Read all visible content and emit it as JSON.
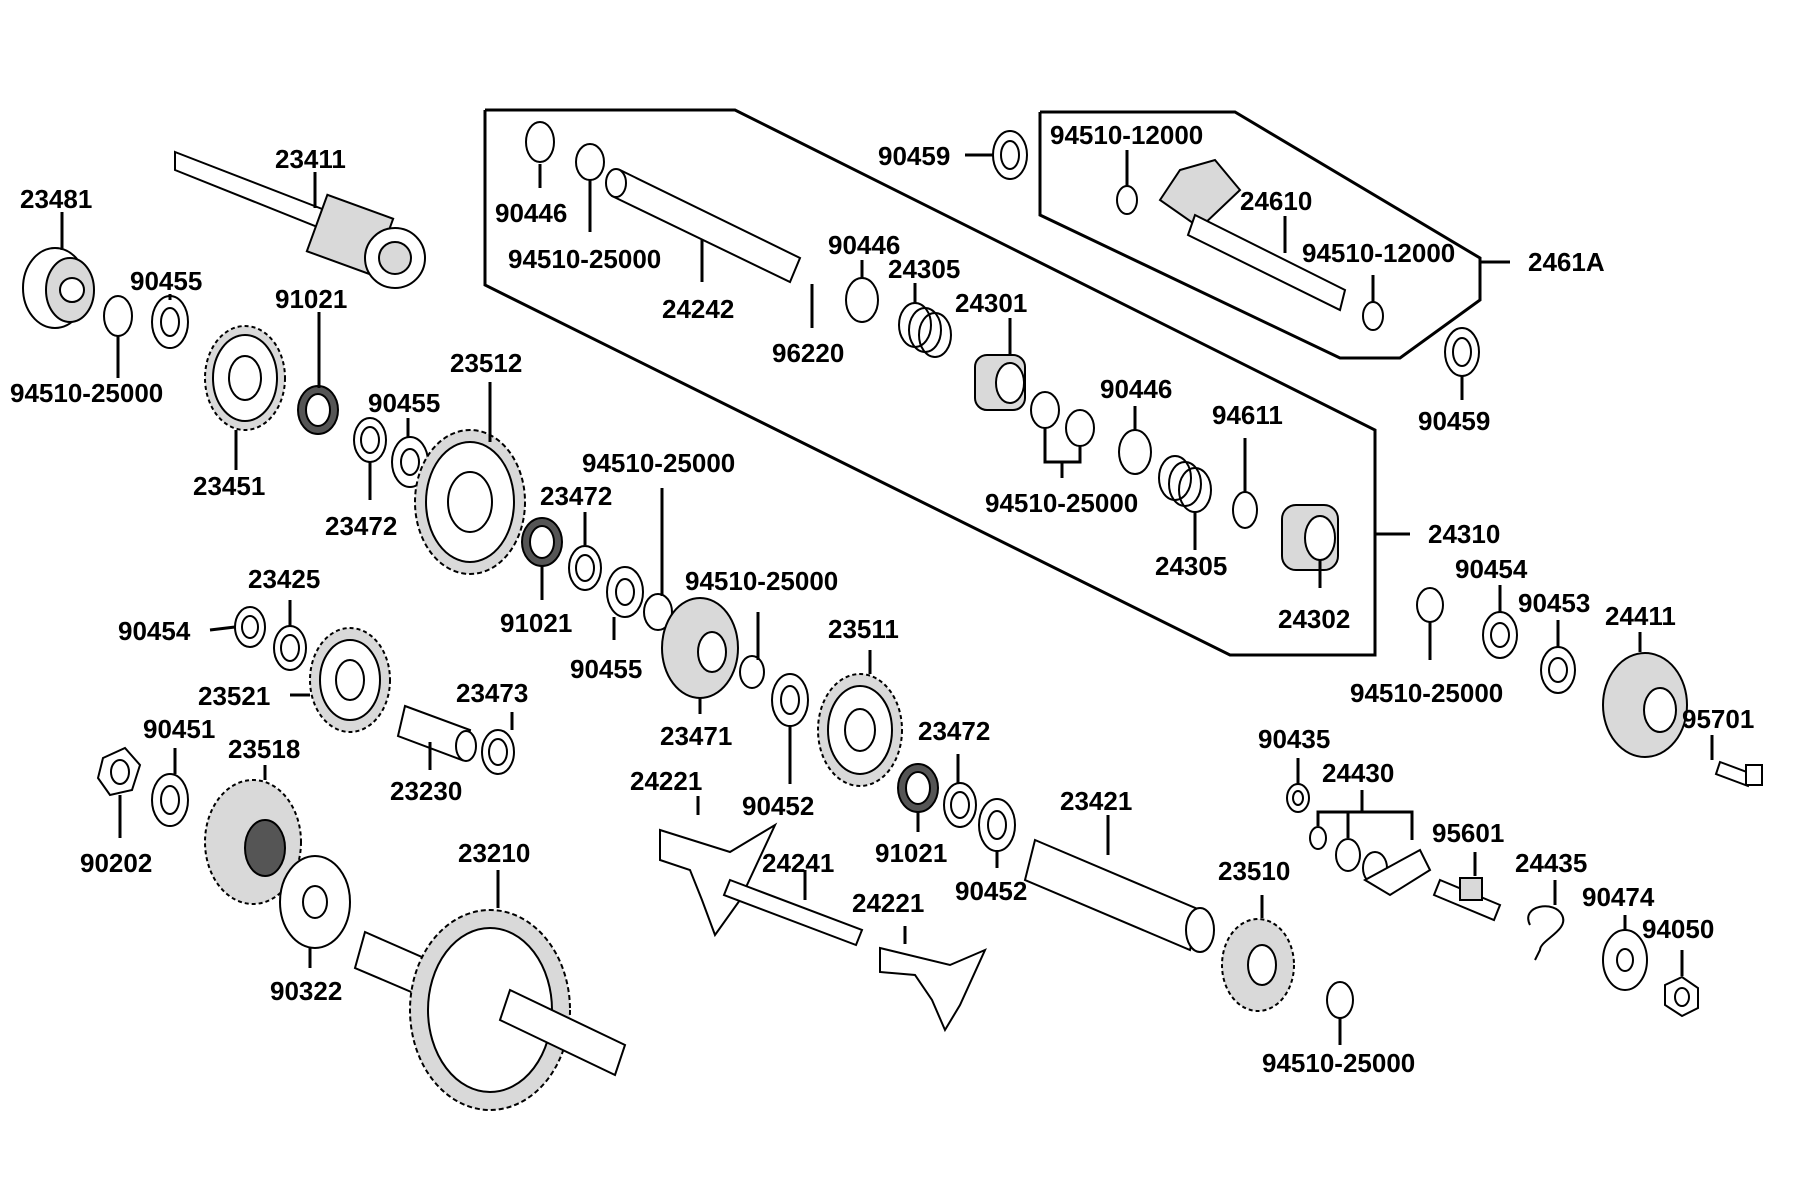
{
  "colors": {
    "line": "#000000",
    "background": "#ffffff",
    "shade": "#d9d9d9"
  },
  "groups": {
    "g24310": "24310",
    "g2461A": "2461A"
  },
  "labels": {
    "p23411": "23411",
    "p23481": "23481",
    "p90455a": "90455",
    "p91021a": "91021",
    "p94510a": "94510-25000",
    "p23451": "23451",
    "p23512": "23512",
    "p90455b": "90455",
    "p23472a": "23472",
    "p94510b": "94510-25000",
    "p23472b": "23472",
    "p91021b": "91021",
    "p90455c": "90455",
    "p90446a": "90446",
    "p94510c": "94510-25000",
    "p24242": "24242",
    "p90459a": "90459",
    "p90446b": "90446",
    "p96220": "96220",
    "p24305a": "24305",
    "p24301": "24301",
    "p94510d": "94510-12000",
    "p24610": "24610",
    "p94510e": "94510-12000",
    "p90459b": "90459",
    "p90446c": "90446",
    "p94611": "94611",
    "p94510f": "94510-25000",
    "p24305b": "24305",
    "p24302": "24302",
    "p23425": "23425",
    "p90454a": "90454",
    "p23521": "23521",
    "p23473": "23473",
    "p23230": "23230",
    "p90451": "90451",
    "p23518": "23518",
    "p90202": "90202",
    "p90322": "90322",
    "p23210": "23210",
    "p94510g": "94510-25000",
    "p23471": "23471",
    "p90452a": "90452",
    "p23511": "23511",
    "p23472c": "23472",
    "p91021c": "91021",
    "p90452b": "90452",
    "p24221a": "24221",
    "p24241": "24241",
    "p24221b": "24221",
    "p23421": "23421",
    "p23510": "23510",
    "p94510h": "94510-25000",
    "p90454b": "90454",
    "p90453": "90453",
    "p24411": "24411",
    "p94510i": "94510-25000",
    "p95701": "95701",
    "p90435": "90435",
    "p24430": "24430",
    "p95601": "95601",
    "p24435": "24435",
    "p90474": "90474",
    "p94050": "94050"
  }
}
